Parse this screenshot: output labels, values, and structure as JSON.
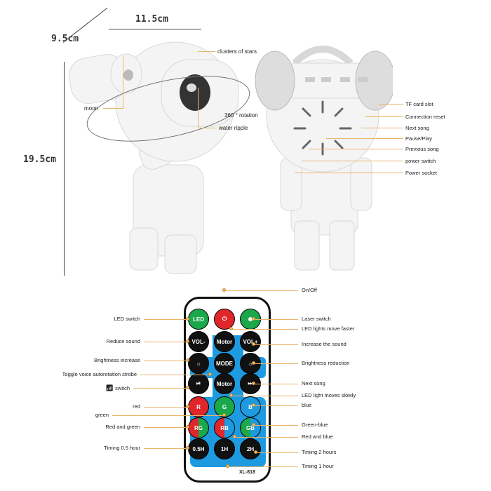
{
  "dimensions": {
    "width": "11.5cm",
    "depth": "9.5cm",
    "height": "19.5cm"
  },
  "front_labels": {
    "stars": "clusters of stars",
    "moon": "moon",
    "rotation": "360 ° rotation",
    "ripple": "water ripple"
  },
  "back_labels": [
    "TF card slot",
    "Connection reset",
    "Next song",
    "Pause/Play",
    "Previous song",
    "power switch",
    "Power socket"
  ],
  "remote": {
    "model": "XL-818",
    "left_labels": [
      "LED switch",
      "Reduce sound",
      "Brightness increase",
      "Toggle voice autorotation strobe",
      "switch",
      "red",
      "green",
      "Red and green",
      "Timing 0.5 hour"
    ],
    "right_labels": [
      "On/Off",
      "Laser switch",
      "LED lights move faster",
      "Increase the sound",
      "Brightness reduction",
      "Next song",
      "LED light moves slowly",
      "blue",
      "Green-blue",
      "Red and blue",
      "Timing 2 hours",
      "Timing 1 hour"
    ],
    "buttons": [
      "LED",
      "⏻",
      "✺",
      "VOL-",
      "Motor",
      "VOL+",
      "☼",
      "MODE",
      "☼",
      "⏯",
      "Motor",
      "⏭",
      "R",
      "G",
      "B",
      "RG",
      "RB",
      "GB",
      "0.5H",
      "1H",
      "2H"
    ],
    "wifi_icon": "wifi-icon",
    "colors": {
      "green": "#1aa84a",
      "red": "#e0262b",
      "blue": "#1e9be0",
      "black": "#111111",
      "panel": "#1e9be0"
    }
  }
}
